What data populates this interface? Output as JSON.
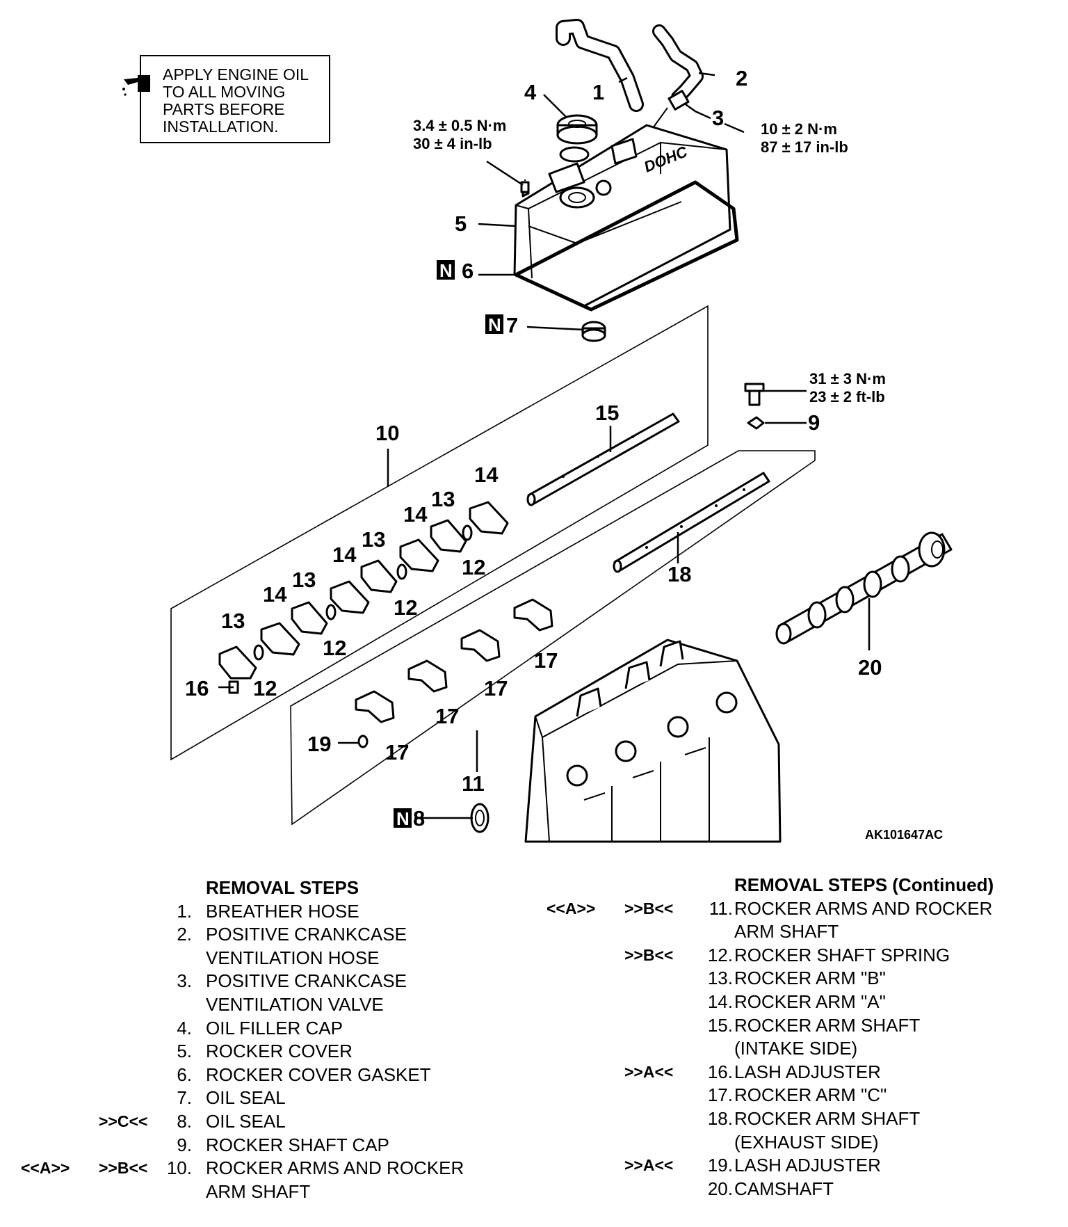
{
  "note_box": {
    "lines": [
      "APPLY ENGINE OIL",
      "TO ALL MOVING",
      "PARTS BEFORE",
      "INSTALLATION."
    ],
    "icon": "oil-can-icon"
  },
  "torque": {
    "filler_bolt": [
      "3.4 ± 0.5 N·m",
      "30 ± 4 in-lb"
    ],
    "pcv_valve": [
      "10 ± 2 N·m",
      "87 ± 17 in-lb"
    ],
    "cap_bolt": [
      "31 ± 3 N·m",
      "23 ± 2 ft-lb"
    ]
  },
  "new_part_symbol": "N",
  "callouts": [
    "1",
    "2",
    "3",
    "4",
    "5",
    "6",
    "7",
    "8",
    "9",
    "10",
    "11",
    "12",
    "13",
    "14",
    "15",
    "16",
    "17",
    "18",
    "19",
    "20"
  ],
  "figure_id": "AK101647AC",
  "removal_steps": {
    "title": "REMOVAL STEPS",
    "items": [
      {
        "mark1": "",
        "mark2": "",
        "num": "1.",
        "lines": [
          "BREATHER HOSE"
        ]
      },
      {
        "mark1": "",
        "mark2": "",
        "num": "2.",
        "lines": [
          "POSITIVE CRANKCASE",
          "VENTILATION HOSE"
        ]
      },
      {
        "mark1": "",
        "mark2": "",
        "num": "3.",
        "lines": [
          "POSITIVE CRANKCASE",
          "VENTILATION VALVE"
        ]
      },
      {
        "mark1": "",
        "mark2": "",
        "num": "4.",
        "lines": [
          "OIL FILLER CAP"
        ]
      },
      {
        "mark1": "",
        "mark2": "",
        "num": "5.",
        "lines": [
          "ROCKER COVER"
        ]
      },
      {
        "mark1": "",
        "mark2": "",
        "num": "6.",
        "lines": [
          "ROCKER COVER GASKET"
        ]
      },
      {
        "mark1": "",
        "mark2": "",
        "num": "7.",
        "lines": [
          "OIL SEAL"
        ]
      },
      {
        "mark1": "",
        "mark2": ">>C<<",
        "num": "8.",
        "lines": [
          "OIL SEAL"
        ]
      },
      {
        "mark1": "",
        "mark2": "",
        "num": "9.",
        "lines": [
          "ROCKER SHAFT CAP"
        ]
      },
      {
        "mark1": "<<A>>",
        "mark2": ">>B<<",
        "num": "10.",
        "lines": [
          "ROCKER ARMS AND ROCKER",
          "ARM SHAFT"
        ]
      }
    ]
  },
  "removal_steps_continued": {
    "title": "REMOVAL STEPS (Continued)",
    "items": [
      {
        "mark1": "<<A>>",
        "mark2": ">>B<<",
        "num": "11.",
        "lines": [
          "ROCKER ARMS AND ROCKER",
          "ARM SHAFT"
        ]
      },
      {
        "mark1": "",
        "mark2": ">>B<<",
        "num": "12.",
        "lines": [
          "ROCKER SHAFT SPRING"
        ]
      },
      {
        "mark1": "",
        "mark2": "",
        "num": "13.",
        "lines": [
          "ROCKER ARM \"B\""
        ]
      },
      {
        "mark1": "",
        "mark2": "",
        "num": "14.",
        "lines": [
          "ROCKER ARM \"A\""
        ]
      },
      {
        "mark1": "",
        "mark2": "",
        "num": "15.",
        "lines": [
          "ROCKER ARM SHAFT",
          "(INTAKE SIDE)"
        ]
      },
      {
        "mark1": "",
        "mark2": ">>A<<",
        "num": "16.",
        "lines": [
          "LASH ADJUSTER"
        ]
      },
      {
        "mark1": "",
        "mark2": "",
        "num": "17.",
        "lines": [
          "ROCKER ARM \"C\""
        ]
      },
      {
        "mark1": "",
        "mark2": "",
        "num": "18.",
        "lines": [
          "ROCKER ARM SHAFT",
          "(EXHAUST SIDE)"
        ]
      },
      {
        "mark1": "",
        "mark2": ">>A<<",
        "num": "19.",
        "lines": [
          "LASH ADJUSTER"
        ]
      },
      {
        "mark1": "",
        "mark2": "",
        "num": "20.",
        "lines": [
          "CAMSHAFT"
        ]
      }
    ]
  }
}
